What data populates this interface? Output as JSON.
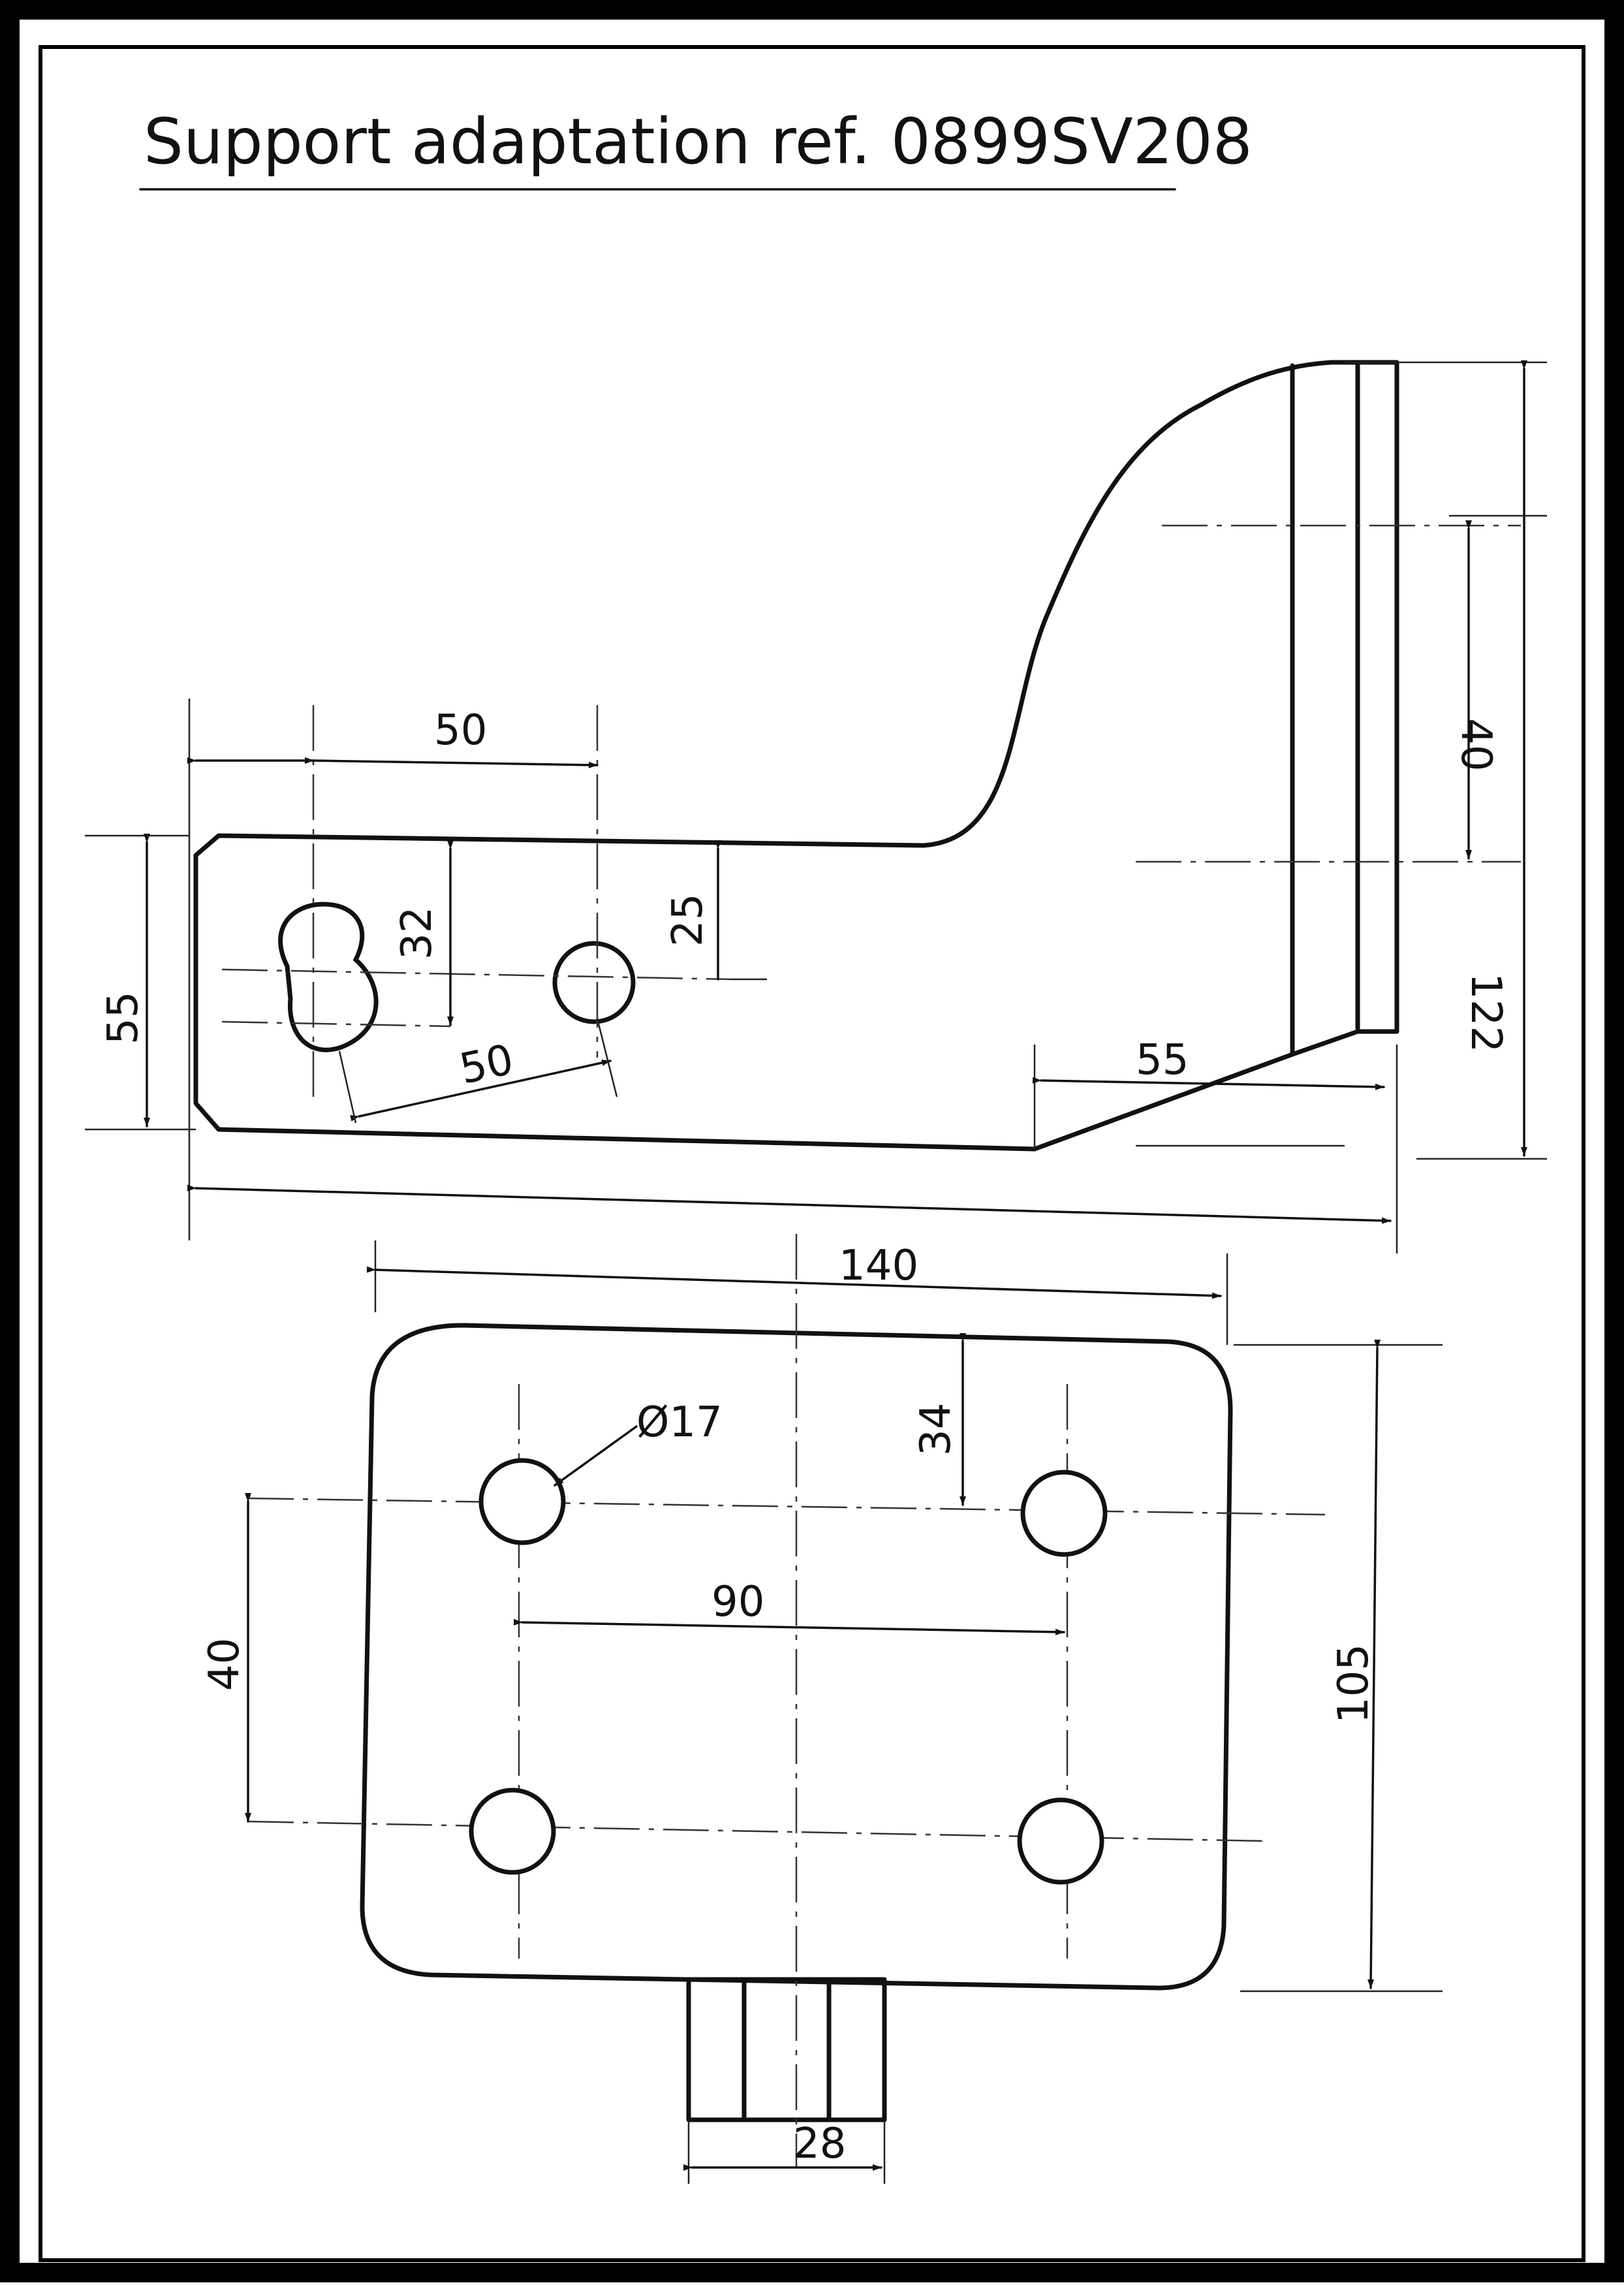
{
  "title": "Support adaptation ref. 0899SV208",
  "colors": {
    "ink": "#111111",
    "paper": "#ffffff",
    "border": "#000000"
  },
  "side_view": {
    "dims": {
      "hole_spacing_top": "50",
      "hole_height": "32",
      "edge_offset": "25",
      "slot_spacing": "50",
      "left_height": "55",
      "right_upper": "40",
      "right_total": "122",
      "bottom_taper": "55"
    }
  },
  "plan_view": {
    "dims": {
      "width": "140",
      "hole_diameter": "Ø17",
      "hole_edge_offset": "34",
      "hole_spacing_x": "90",
      "hole_spacing_y": "40",
      "height": "105",
      "tab_width": "28"
    }
  }
}
